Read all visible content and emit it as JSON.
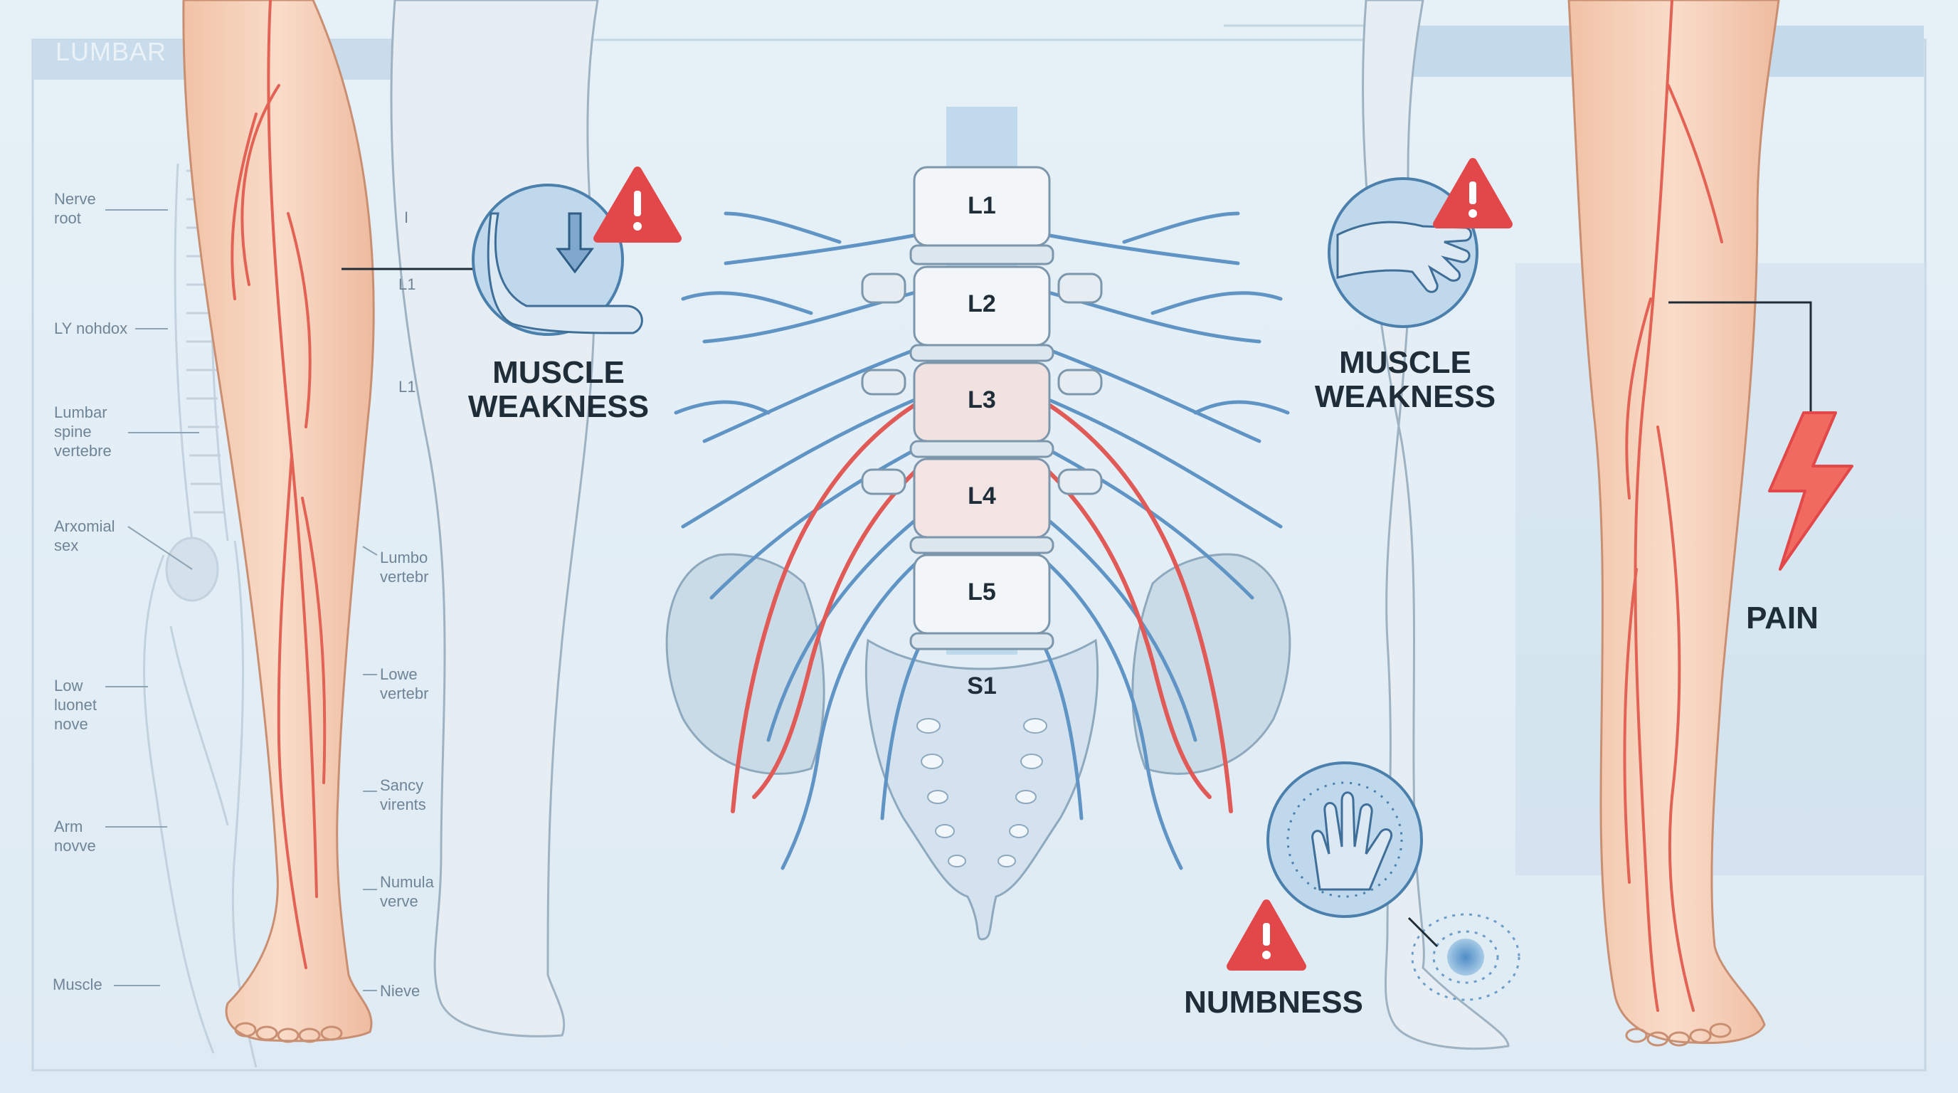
{
  "header": {
    "title": "LUMBAR"
  },
  "left_labels": [
    "Nerve\nroot",
    "LY nohdox",
    "Lumbar\nspine\nvertebre",
    "Arxomial\nsex",
    "Low\nluonet\nnove",
    "Arm\nnovve",
    "Muscle"
  ],
  "mid_labels": [
    "I",
    "L1",
    "L1",
    "Lumbo\nvertebr",
    "Lowe\nvertebr",
    "Sancy\nvirents",
    "Numula\nverve",
    "Nieve"
  ],
  "vertebrae": [
    "L1",
    "L2",
    "L3",
    "L4",
    "L5",
    "S1"
  ],
  "callouts": {
    "left_symptom": "MUSCLE\nWEAKNESS",
    "right_symptom": "MUSCLE\nWEAKNESS",
    "numbness": "NUMBNESS",
    "pain": "PAIN"
  },
  "icons": {
    "left_callout": "arm-weakness-down-arrow-icon",
    "right_callout": "hand-weakness-icon",
    "numbness": "hand-tingling-icon",
    "warning": "warning-triangle-icon",
    "pain": "lightning-bolt-icon"
  },
  "colors": {
    "nerve_blue": "#5f94c4",
    "nerve_red": "#e05a57",
    "warning_red": "#e2474a",
    "skin": "#f7d3bd",
    "label_text": "#1f2d38"
  }
}
